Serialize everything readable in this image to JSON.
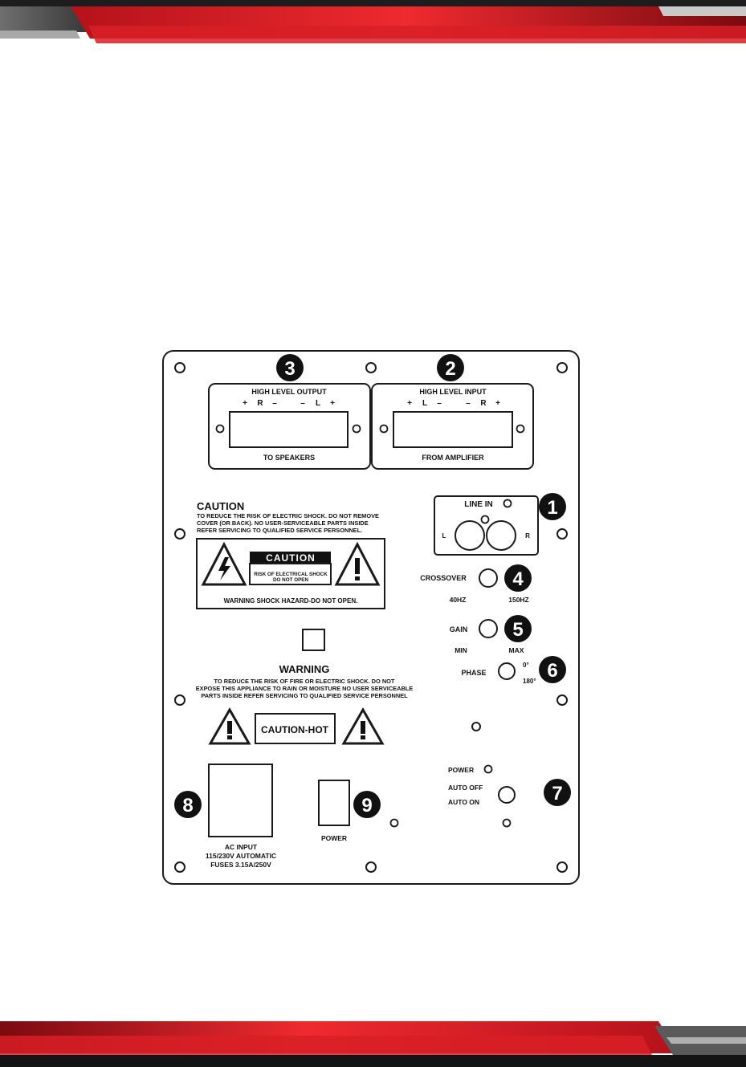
{
  "colors": {
    "accent_red": "#e8202a",
    "dark_red": "#8c0d12",
    "panel_stroke": "#1a1a1a"
  },
  "callouts": [
    "1",
    "2",
    "3",
    "4",
    "5",
    "6",
    "7",
    "8",
    "9"
  ],
  "high_level_output": {
    "title": "HIGH LEVEL OUTPUT",
    "terminals": [
      "+",
      "R",
      "–",
      "–",
      "L",
      "+"
    ],
    "caption": "TO SPEAKERS"
  },
  "high_level_input": {
    "title": "HIGH LEVEL INPUT",
    "terminals": [
      "+",
      "L",
      "–",
      "–",
      "R",
      "+"
    ],
    "caption": "FROM AMPLIFIER"
  },
  "caution": {
    "heading": "CAUTION",
    "lines": [
      "TO REDUCE THE RISK OF ELECTRIC SHOCK. DO NOT REMOVE",
      "COVER (OR BACK). NO USER-SERVICEABLE PARTS INSIDE",
      "REFER SERVICING TO QUALIFIED SERVICE PERSONNEL."
    ],
    "label_title": "CAUTION",
    "label_line1": "RISK  OF  ELECTRICAL SHOCK",
    "label_line2": "DO NOT OPEN",
    "footer": "WARNING SHOCK HAZARD-DO NOT OPEN."
  },
  "warning": {
    "heading": "WARNING",
    "lines": [
      "TO REDUCE THE RISK OF FIRE OR ELECTRIC SHOCK. DO NOT",
      "EXPOSE THIS APPLIANCE TO RAIN OR MOISTURE NO USER SERVICEABLE",
      "PARTS INSIDE REFER SERVICING TO QUALIFIED SERVICE PERSONNEL"
    ],
    "hot_label": "CAUTION-HOT"
  },
  "line_in": {
    "title": "LINE IN",
    "left": "L",
    "right": "R"
  },
  "crossover": {
    "label": "CROSSOVER",
    "min": "40HZ",
    "max": "150HZ"
  },
  "gain": {
    "label": "GAIN",
    "min": "MIN",
    "max": "MAX"
  },
  "phase": {
    "label": "PHASE",
    "a": "0°",
    "b": "180°"
  },
  "power_mode": {
    "power": "POWER",
    "auto_off": "AUTO OFF",
    "auto_on": "AUTO ON"
  },
  "ac_input": {
    "lines": [
      "AC INPUT",
      "115/230V AUTOMATIC",
      "FUSES 3.15A/250V"
    ]
  },
  "power_switch": {
    "label": "POWER"
  }
}
